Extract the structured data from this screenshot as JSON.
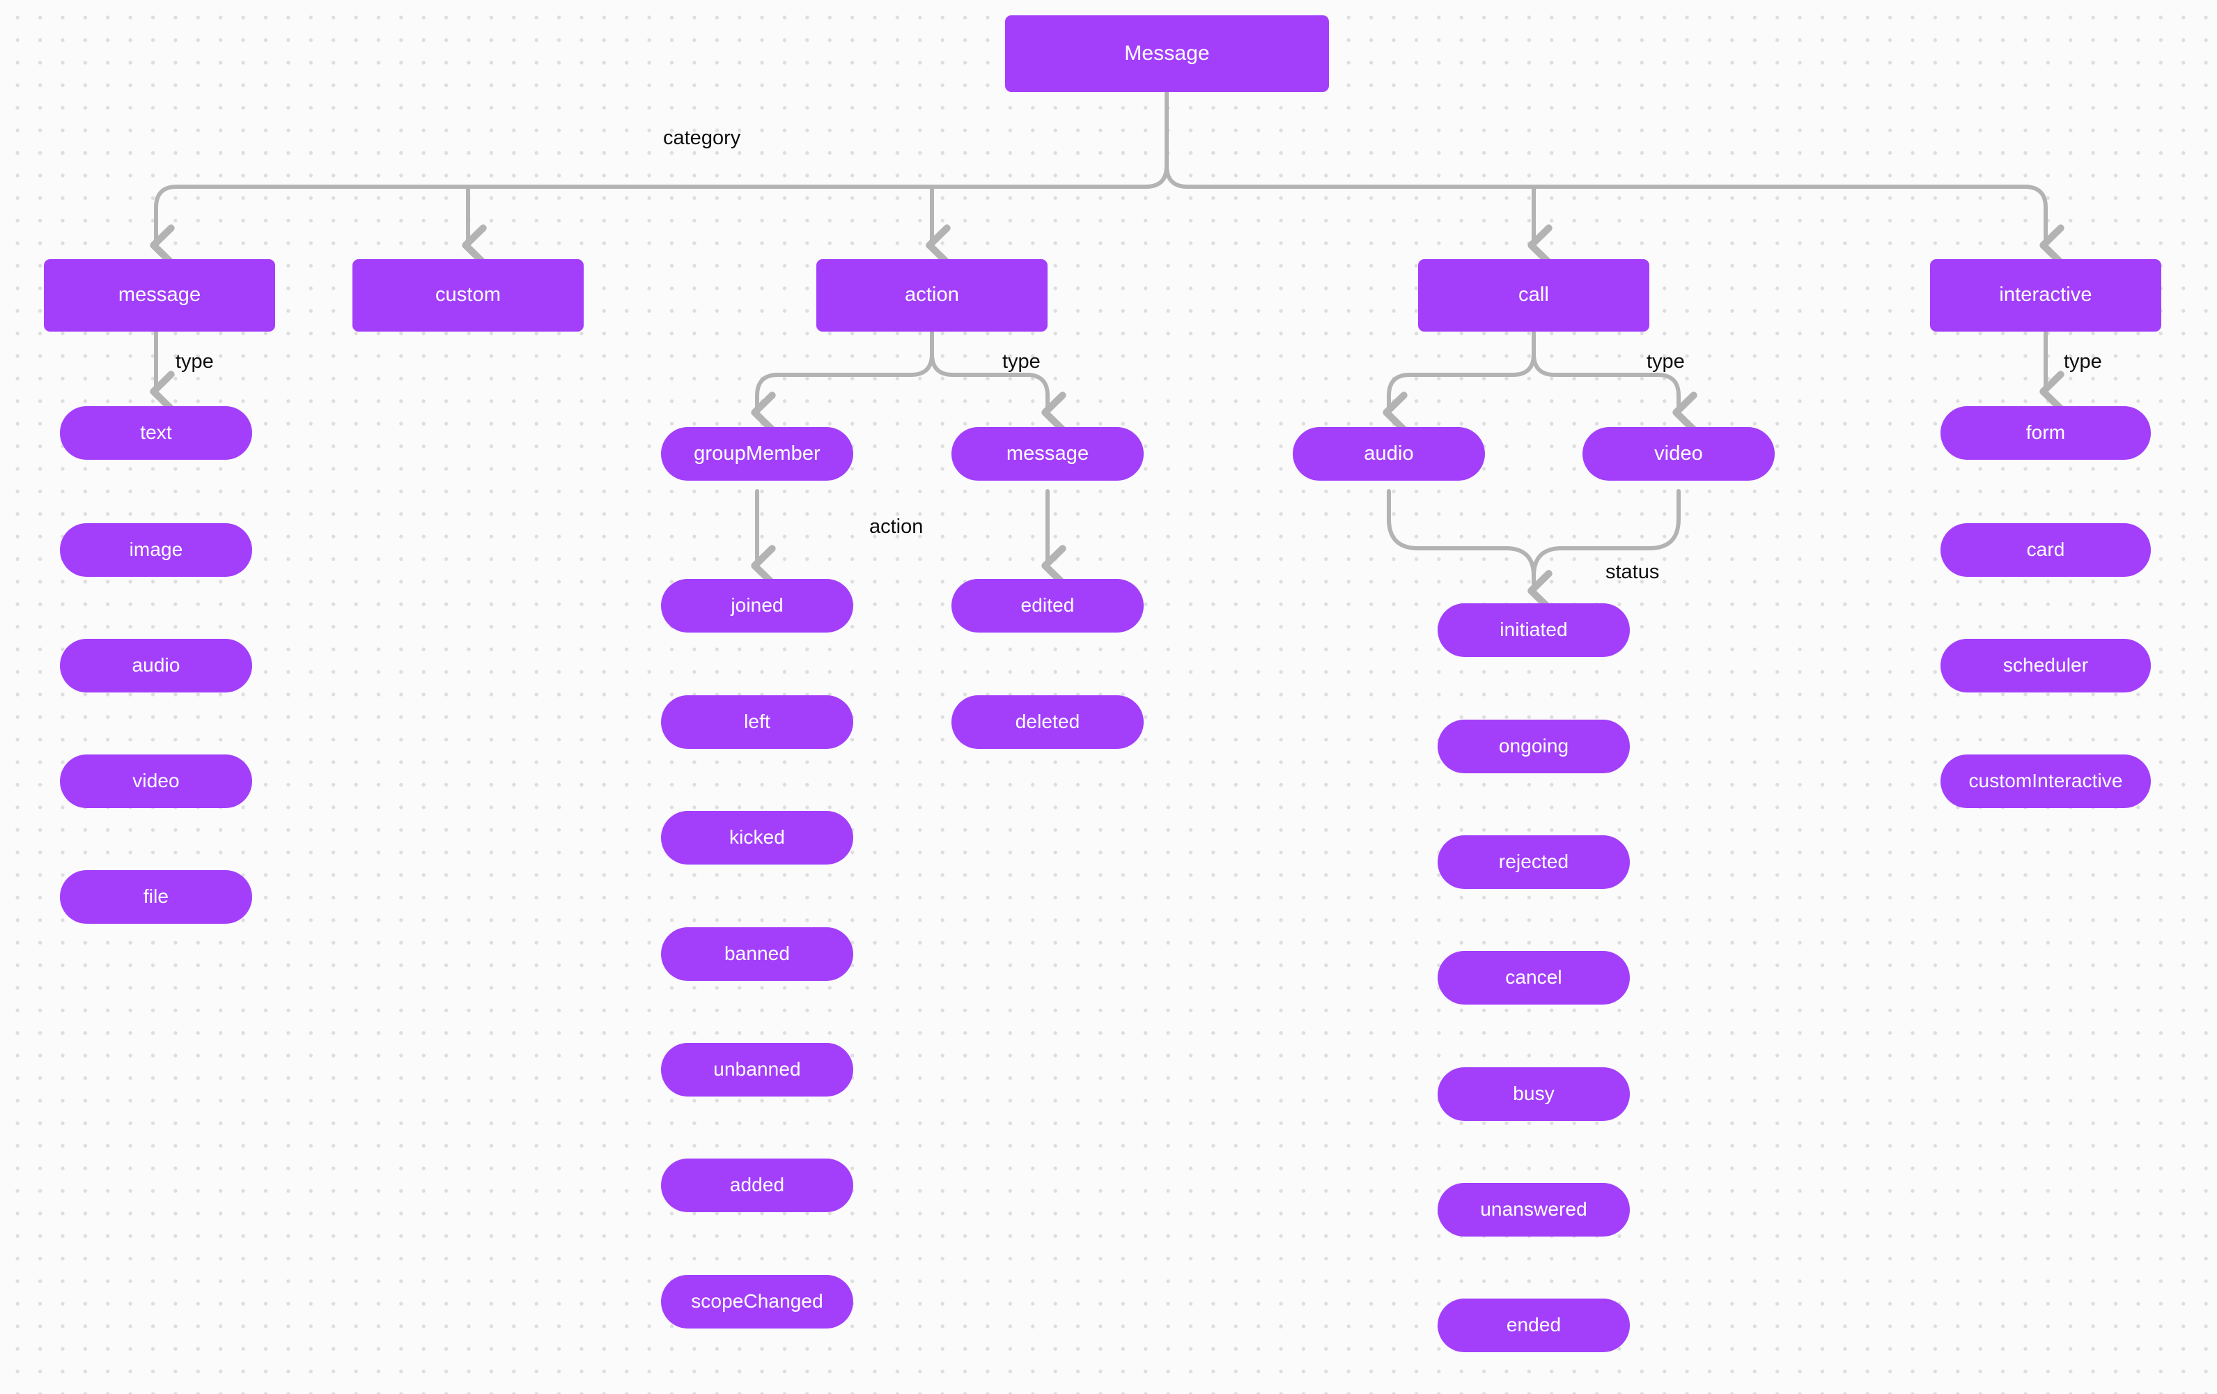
{
  "diagram": {
    "title": "Message",
    "background_color": "#fbfbfb",
    "node_color": "#a33ffb",
    "node_text_color": "#ffffff",
    "edge_color": "#b3b3b3",
    "label_color": "#0e0e0e"
  },
  "root": {
    "label": "Message"
  },
  "edge_labels": {
    "category": "category",
    "message_type": "type",
    "action_type": "type",
    "call_type": "type",
    "interactive_type": "type",
    "group_member_action": "action",
    "message_action": "action",
    "call_status": "status"
  },
  "categories": [
    {
      "label": "message"
    },
    {
      "label": "custom"
    },
    {
      "label": "action"
    },
    {
      "label": "call"
    },
    {
      "label": "interactive"
    }
  ],
  "message_types": [
    {
      "label": "text"
    },
    {
      "label": "image"
    },
    {
      "label": "audio"
    },
    {
      "label": "video"
    },
    {
      "label": "file"
    }
  ],
  "action_types": [
    {
      "label": "groupMember"
    },
    {
      "label": "message"
    }
  ],
  "group_member_actions": [
    {
      "label": "joined"
    },
    {
      "label": "left"
    },
    {
      "label": "kicked"
    },
    {
      "label": "banned"
    },
    {
      "label": "unbanned"
    },
    {
      "label": "added"
    },
    {
      "label": "scopeChanged"
    }
  ],
  "message_actions": [
    {
      "label": "edited"
    },
    {
      "label": "deleted"
    }
  ],
  "call_types": [
    {
      "label": "audio"
    },
    {
      "label": "video"
    }
  ],
  "call_statuses": [
    {
      "label": "initiated"
    },
    {
      "label": "ongoing"
    },
    {
      "label": "rejected"
    },
    {
      "label": "cancel"
    },
    {
      "label": "busy"
    },
    {
      "label": "unanswered"
    },
    {
      "label": "ended"
    }
  ],
  "interactive_types": [
    {
      "label": "form"
    },
    {
      "label": "card"
    },
    {
      "label": "scheduler"
    },
    {
      "label": "customInteractive"
    }
  ]
}
